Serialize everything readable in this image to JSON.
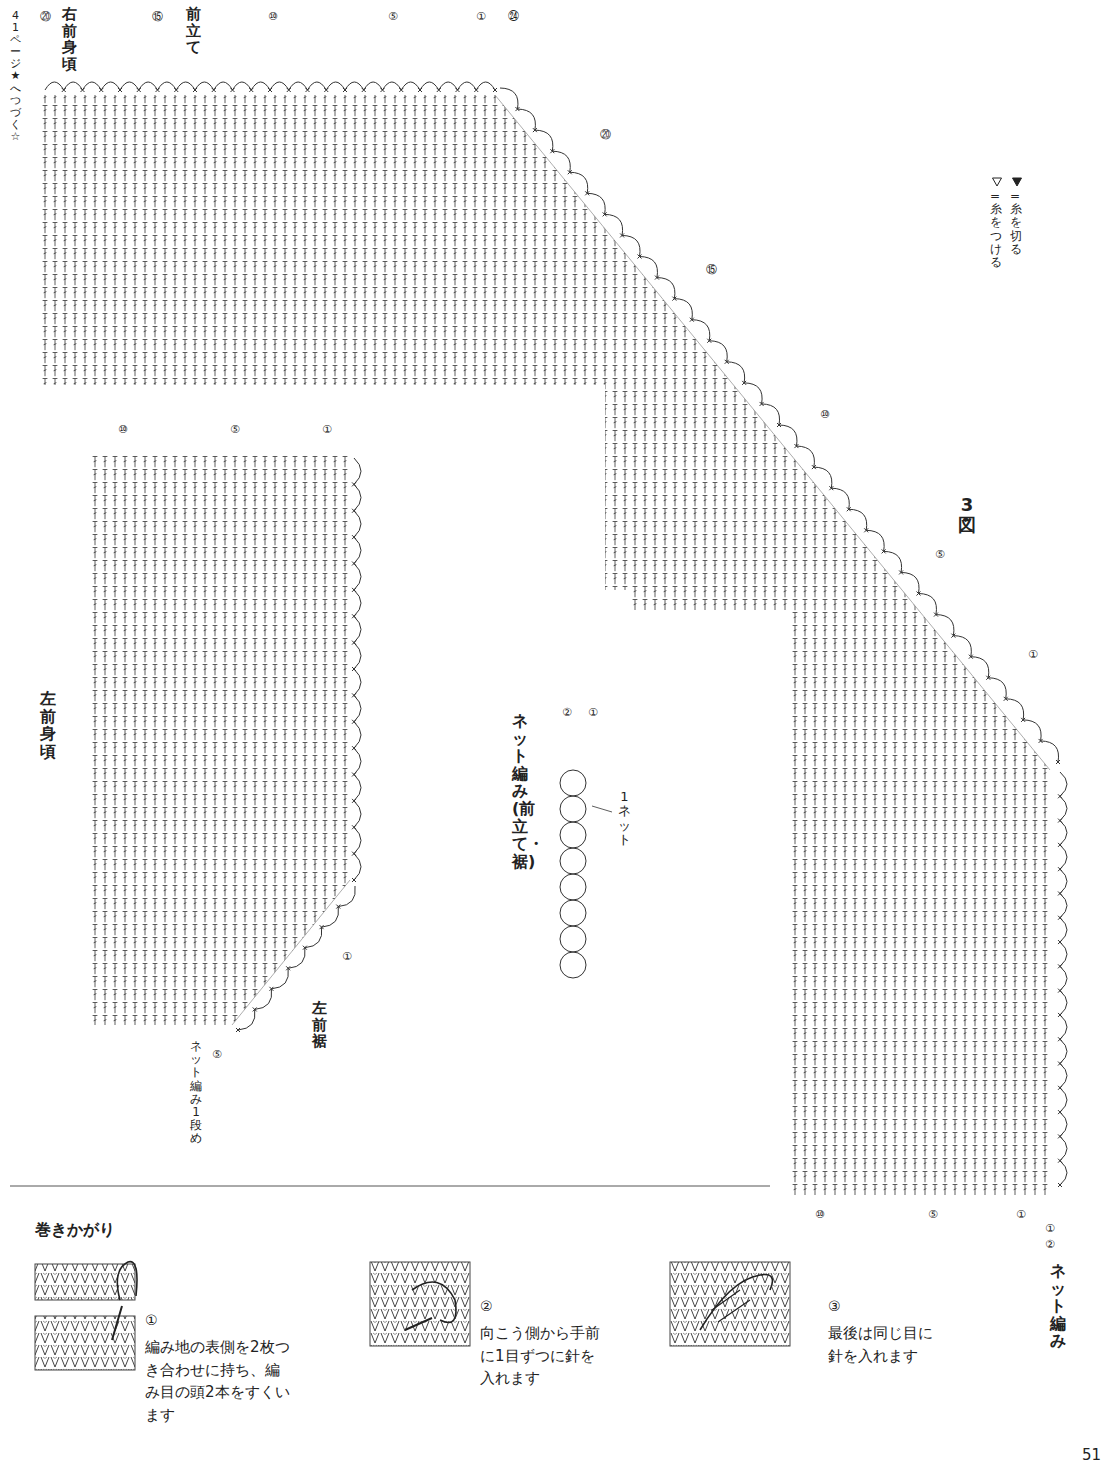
{
  "diagram": {
    "labels": [
      "⑳",
      "41ページ★へつづく☆",
      "右前身頃",
      "⑮",
      "前立て",
      "⑩",
      "⑤",
      "①",
      "㉔",
      "⑳",
      "⑮",
      "⑩",
      "⑤",
      "①",
      "3図",
      "⑩",
      "⑤",
      "①",
      "左前身頃",
      "①",
      "左前裾",
      "ネット編み 1段め",
      "⑤",
      "ネット編み (前立て・裾)",
      "②",
      "①",
      "1ネット",
      "⑩",
      "⑤",
      "①",
      "①",
      "②",
      "ネット編み",
      "巻きかがり",
      "①",
      "編み地の表側を2枚つき合わせに持ち、編み目の頭2本をすくいます",
      "②",
      "向こう側から手前に1目ずつに針を入れます",
      "③",
      "最後は同じ目に針を入れます",
      "51"
    ],
    "legend": [
      {
        "text": "= 糸をつける"
      },
      {
        "text": "= 糸を切る"
      }
    ]
  }
}
